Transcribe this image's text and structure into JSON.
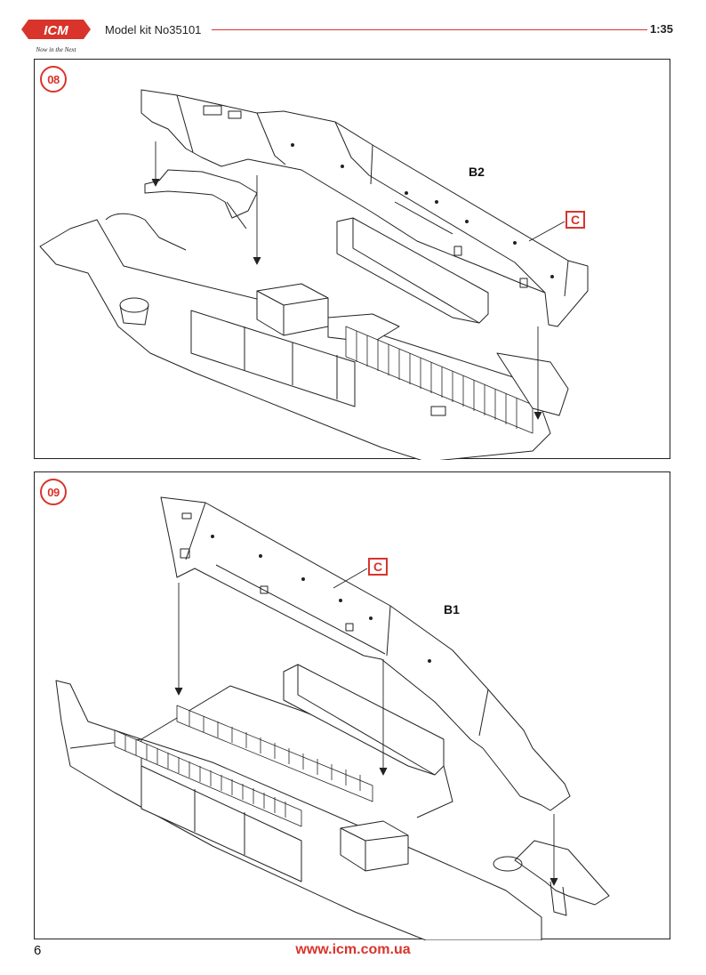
{
  "header": {
    "logo_text": "ICM",
    "logo_tagline": "Now in the Next",
    "kit_title": "Model kit No35101",
    "scale": "1:35"
  },
  "steps": [
    {
      "number": "08",
      "part_label": "B2",
      "paint_code": "C"
    },
    {
      "number": "09",
      "part_label": "B1",
      "paint_code": "C"
    }
  ],
  "footer": {
    "page_number": "6",
    "website": "www.icm.com.ua"
  },
  "colors": {
    "accent": "#d9342b",
    "line": "#222222"
  }
}
